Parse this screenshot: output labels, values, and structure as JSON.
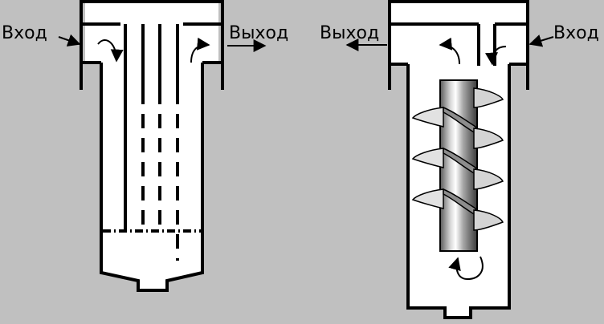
{
  "labels": {
    "left_inlet": "Вход",
    "left_outlet": "Выход",
    "right_outlet": "Выход",
    "right_inlet": "Вход"
  },
  "colors": {
    "background": "#c0c0c0",
    "housing": "#ffffff",
    "stroke": "#000000"
  }
}
